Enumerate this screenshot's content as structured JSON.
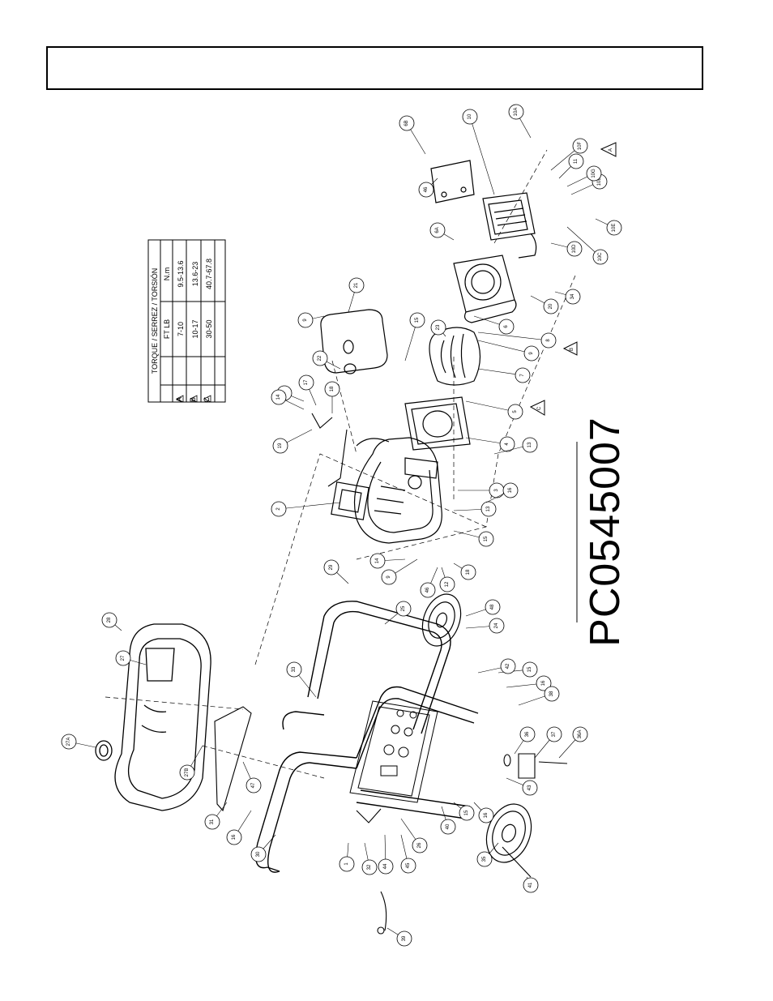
{
  "model_code": "PC0545007",
  "torque_table": {
    "title": "TORQUE / SERREZ / TORSIÓN",
    "headers": [
      "",
      "FT LB",
      "N.m"
    ],
    "rows": [
      {
        "mark": "A",
        "ft_lb": "7-10",
        "nm": "9.5-13.6"
      },
      {
        "mark": "B",
        "ft_lb": "10-17",
        "nm": "13.6-23"
      },
      {
        "mark": "C",
        "ft_lb": "30-50",
        "nm": "40.7-67.8"
      }
    ]
  },
  "callouts": {
    "c1": "1",
    "c2": "2",
    "c3": "3",
    "c4": "4",
    "c5": "5",
    "c6": "6",
    "c7": "7",
    "c8": "8",
    "c9": "9",
    "c10": "10",
    "c10A": "10A",
    "c10B": "10B",
    "c10C": "10C",
    "c10D": "10D",
    "c10E": "10E",
    "c10F": "10F",
    "c10G": "10G",
    "c11": "11",
    "c12": "12",
    "c13": "13",
    "c14": "14",
    "c15": "15",
    "c16": "16",
    "c17": "17",
    "c18": "18",
    "c19": "19",
    "c20": "20",
    "c21": "21",
    "c22": "22",
    "c23": "23",
    "c24": "24",
    "c25": "25",
    "c26": "26",
    "c27": "27",
    "c27A": "27A",
    "c27B": "27B",
    "c28": "28",
    "c29": "29",
    "c30": "30",
    "c31": "31",
    "c32": "32",
    "c33": "33",
    "c34": "34",
    "c35": "35",
    "c36": "36",
    "c36A": "36A",
    "c37": "37",
    "c38": "38",
    "c39": "39",
    "c40": "40",
    "c41": "41",
    "c42": "42",
    "c43": "43",
    "c44": "44",
    "c45": "45",
    "c46": "46",
    "c47": "47",
    "c48": "48",
    "c6A": "6A",
    "c6B": "6B"
  },
  "warning_marks": {
    "a": "A",
    "b": "B",
    "c": "C"
  }
}
